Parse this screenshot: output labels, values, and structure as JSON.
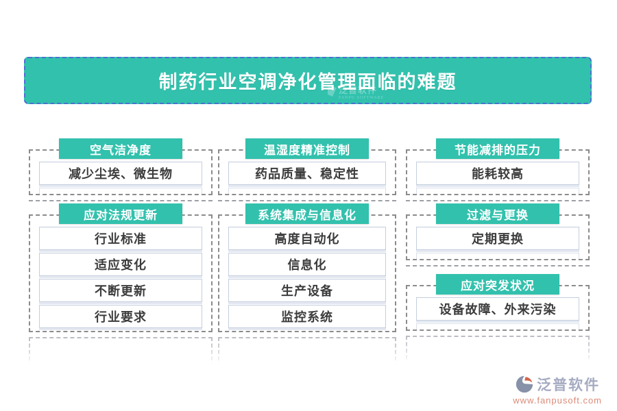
{
  "title": {
    "text": "制药行业空调净化管理面临的难题",
    "watermark_name": "泛普软件",
    "watermark_sub": "FANPU SOFTWARE"
  },
  "columns": [
    {
      "groups": [
        {
          "header": "空气洁净度",
          "items": [
            "减少尘埃、微生物"
          ]
        },
        {
          "header": "应对法规更新",
          "items": [
            "行业标准",
            "适应变化",
            "不断更新",
            "行业要求"
          ]
        }
      ]
    },
    {
      "groups": [
        {
          "header": "温湿度精准控制",
          "items": [
            "药品质量、稳定性"
          ]
        },
        {
          "header": "系统集成与信息化",
          "items": [
            "高度自动化",
            "信息化",
            "生产设备",
            "监控系统"
          ]
        }
      ]
    },
    {
      "groups": [
        {
          "header": "节能减排的压力",
          "items": [
            "能耗较高"
          ]
        },
        {
          "header": "过滤与更换",
          "items": [
            "定期更换"
          ]
        },
        {
          "header": "应对突发状况",
          "items": [
            "设备故障、外来污染"
          ]
        }
      ]
    }
  ],
  "footer": {
    "brand": "泛普软件",
    "url": "www.fanpusoft.com"
  },
  "colors": {
    "accent_teal": "#32C1AD",
    "dash_blue": "#4D6FD2",
    "dash_gray": "#8B8B8B",
    "item_border": "#C3CEDE",
    "item_shadow": "#E4E8F1",
    "text_dark": "#3C3C3C",
    "brand_gray": "#A6ABC2",
    "brand_red": "#DB8A78",
    "logo_slate": "#8792A8",
    "logo_orange": "#D2654A"
  }
}
